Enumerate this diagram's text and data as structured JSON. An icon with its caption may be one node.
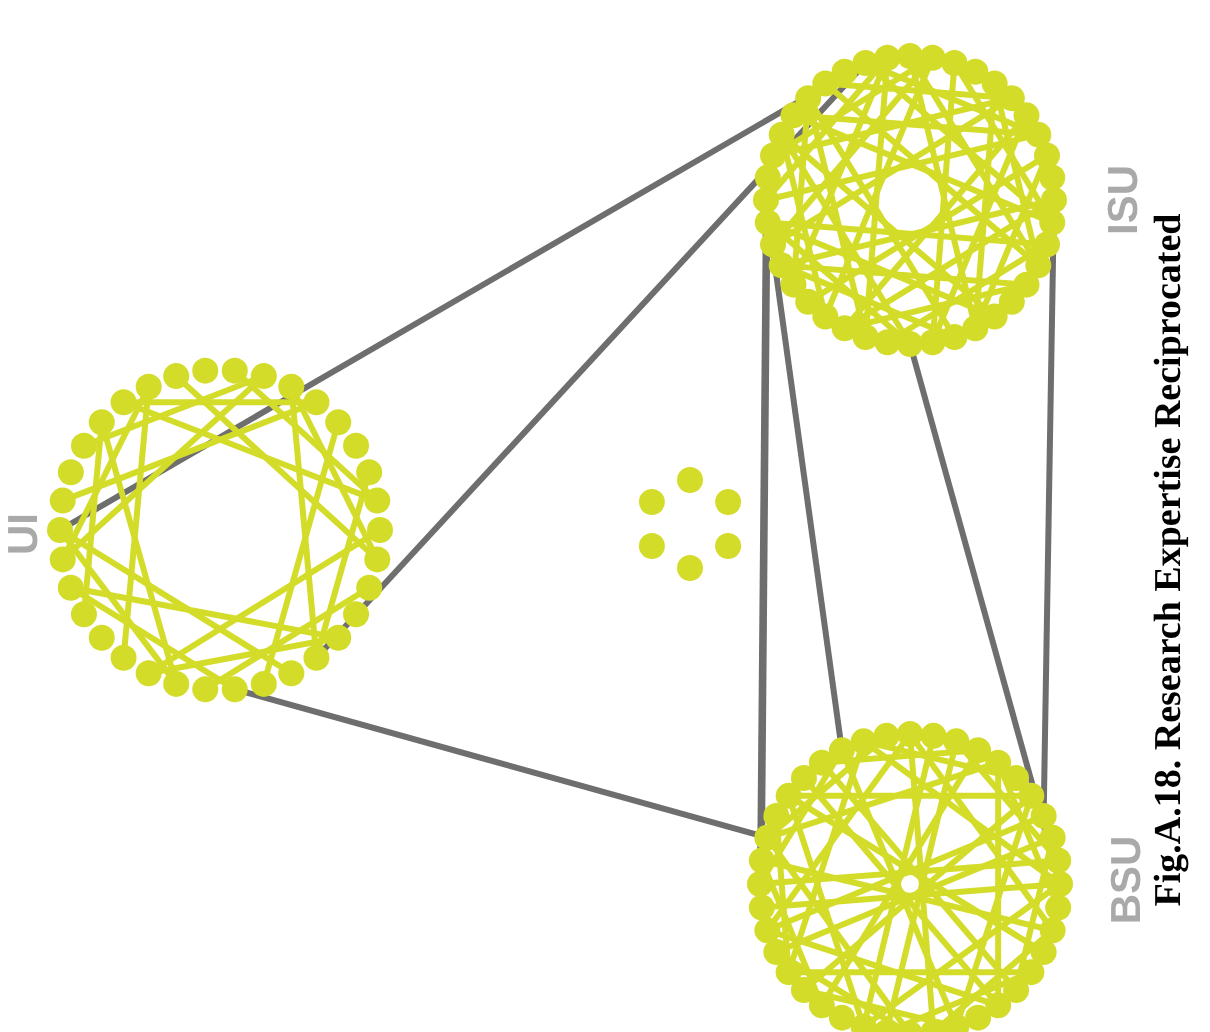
{
  "diagram": {
    "caption": "Fig.A.18. Research Expertise Reciprocated",
    "labels": [
      "UI",
      "ISU",
      "BSU"
    ]
  }
}
